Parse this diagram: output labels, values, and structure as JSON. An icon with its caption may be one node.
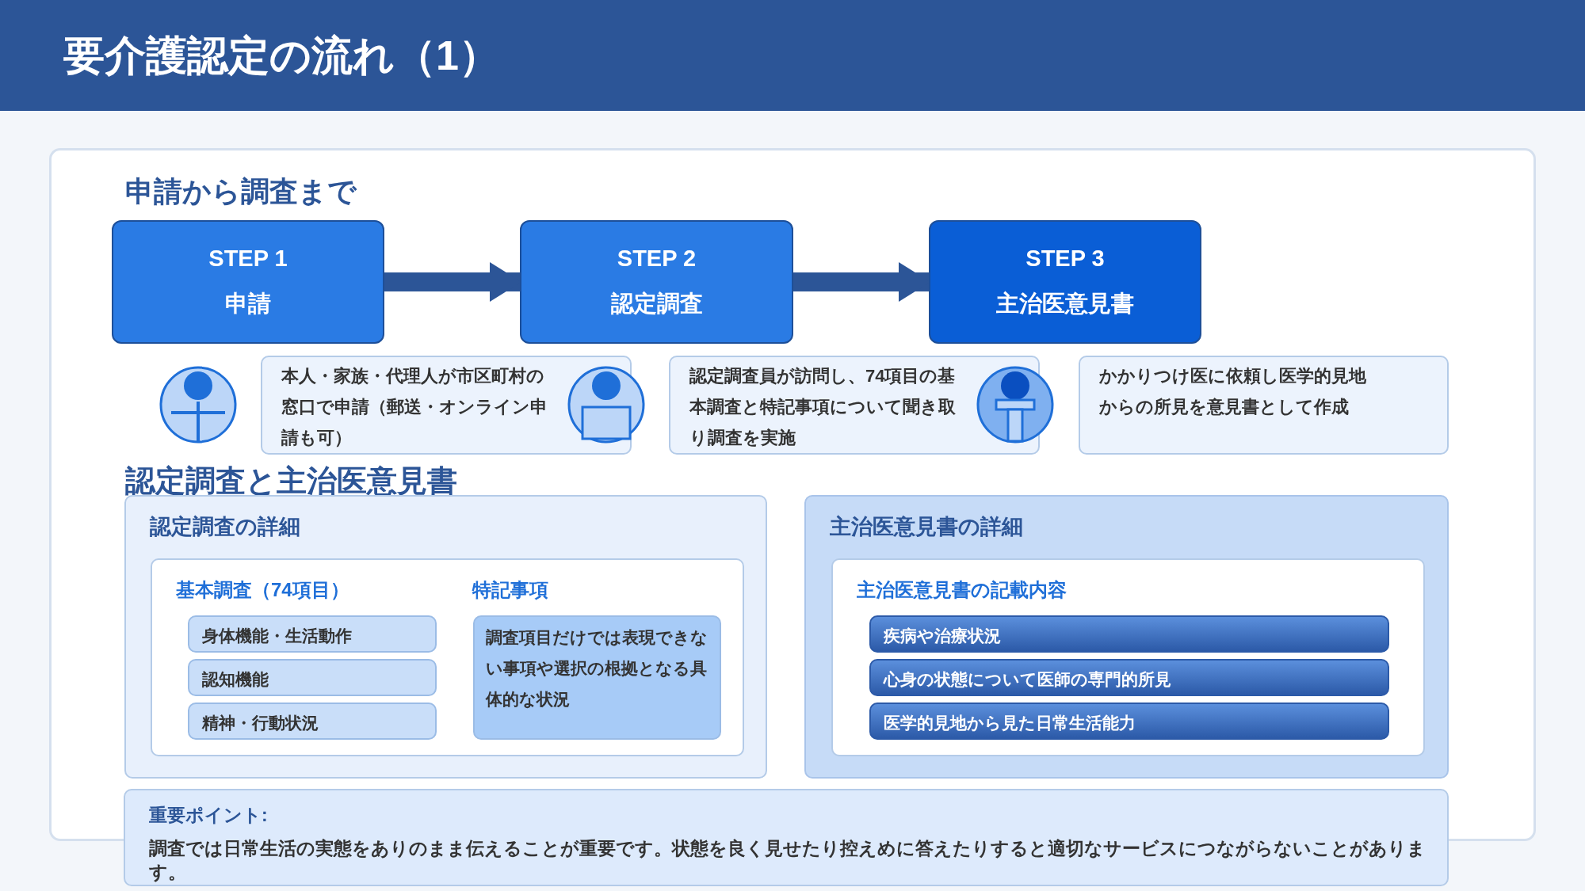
{
  "diagram": {
    "title": "要介護認定の流れ（1）",
    "nodes": [
      {
        "text": [
          "STEP 1",
          "申請"
        ]
      },
      {
        "text": [
          "STEP 2",
          "認定調査"
        ]
      },
      {
        "text": [
          "STEP 3",
          "主治医意見書"
        ]
      },
      {
        "text": [
          "本人・家族・代理人が市区町村の窓口で申請（郵送・オンライン申請も可）"
        ]
      },
      {
        "text": [
          "認定調査員が訪問し、74項目の基本調査と特記事項について聞き取り調査を実施"
        ]
      },
      {
        "text": [
          "かかりつけ医に依頼し医学的見地からの所見を意見書として作成"
        ]
      },
      {
        "text": [
          "認定調査の詳細"
        ]
      },
      {
        "text": [
          "基本調査（74項目）",
          "特記事項"
        ],
        "in": 6
      },
      {
        "text": [
          "身体機能・生活動作"
        ],
        "in": 7
      },
      {
        "text": [
          "認知機能"
        ],
        "in": 7
      },
      {
        "text": [
          "精神・行動状況"
        ],
        "in": 7
      },
      {
        "text": [
          "調査項目だけでは表現できない事項や選択の根拠となる具体的な状況"
        ],
        "in": 7
      },
      {
        "text": [
          "主治医意見書の詳細"
        ]
      },
      {
        "text": [
          "主治医意見書の記載内容"
        ],
        "in": 12
      },
      {
        "text": [
          "疾病や治療状況"
        ],
        "in": 13
      },
      {
        "text": [
          "心身の状態について医師の専門的所見"
        ],
        "in": 13
      },
      {
        "text": [
          "医学的見地から見た日常生活能力"
        ],
        "in": 13
      },
      {
        "text": [
          "重要ポイント:",
          "調査では日常生活の実態をありのまま伝えることが重要です。状態を良く見せたり控えめに答えたりすると適切なサービスにつながらないことがあります。"
        ]
      }
    ],
    "edges": [
      {
        "from": 0,
        "to": 1,
        "arrow": "to"
      },
      {
        "from": 1,
        "to": 2,
        "arrow": "to"
      }
    ],
    "labels": [
      "申請から調査まで",
      "認定調査と主治医意見書"
    ]
  }
}
